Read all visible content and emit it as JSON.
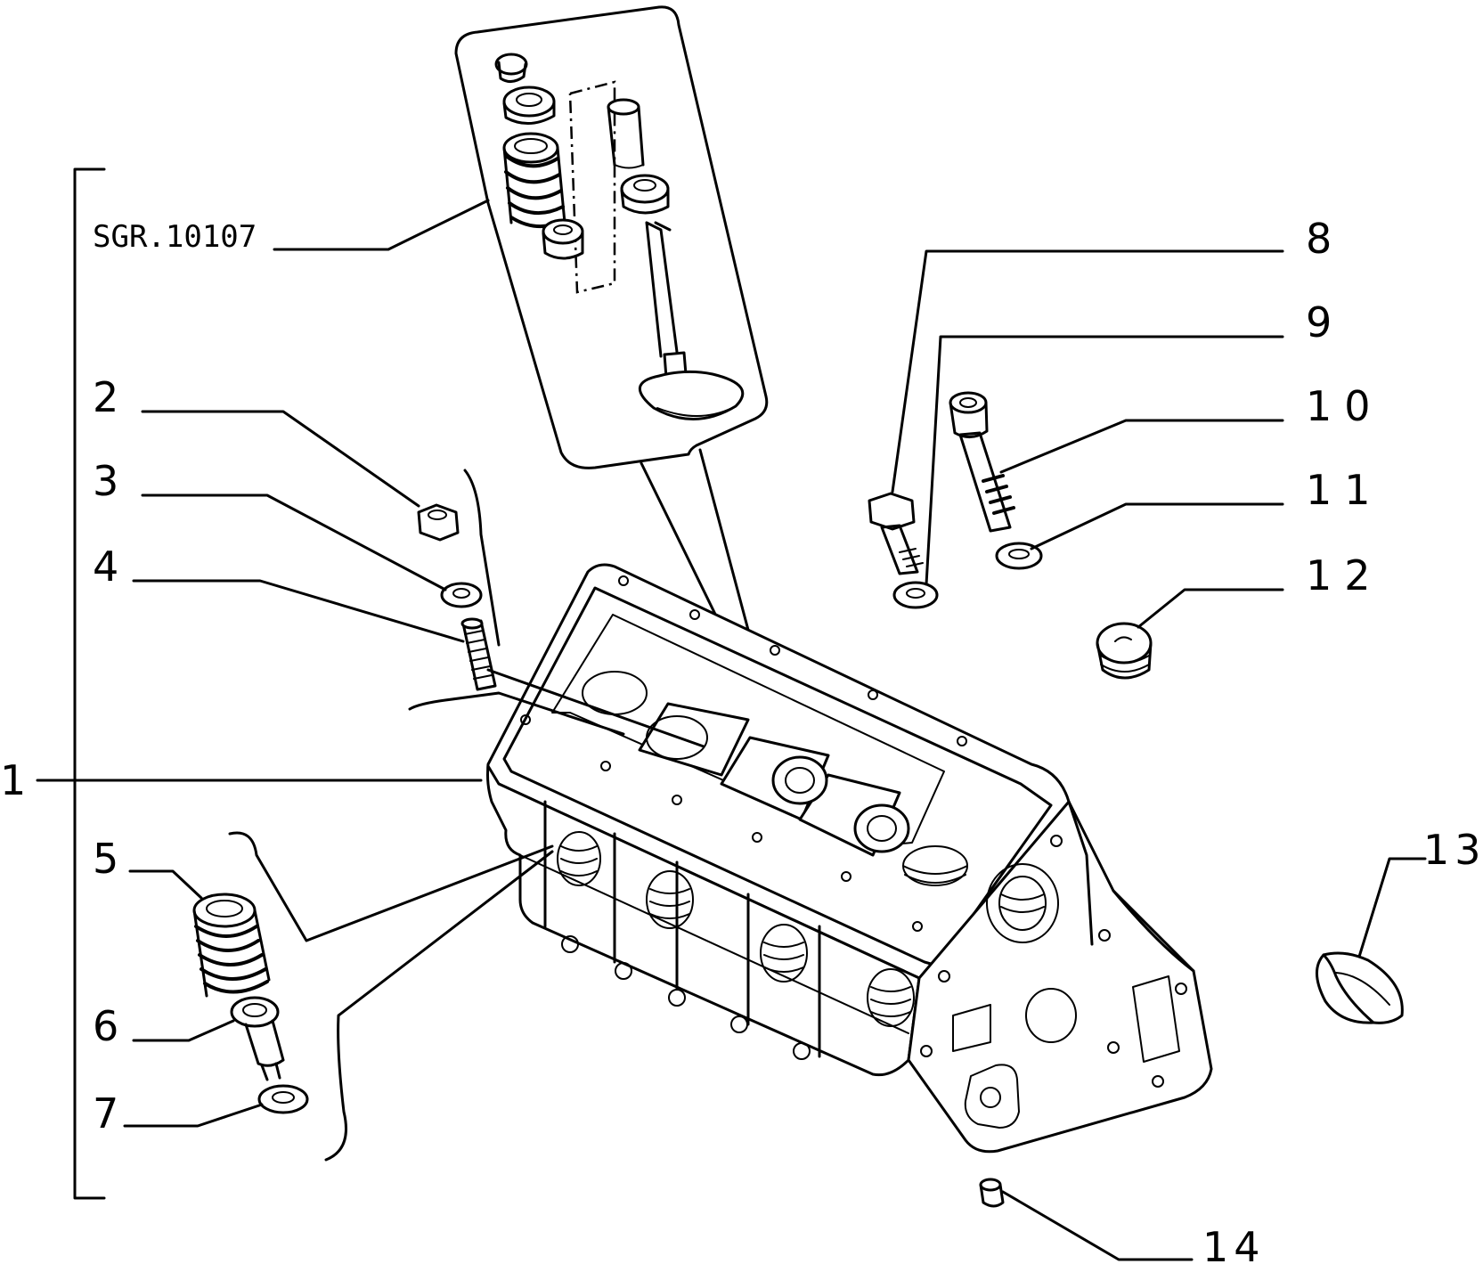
{
  "diagram": {
    "reference_code": "SGR.10107",
    "callouts": [
      "1",
      "2",
      "3",
      "4",
      "5",
      "6",
      "7",
      "8",
      "9",
      "10",
      "11",
      "12",
      "13",
      "14"
    ]
  }
}
